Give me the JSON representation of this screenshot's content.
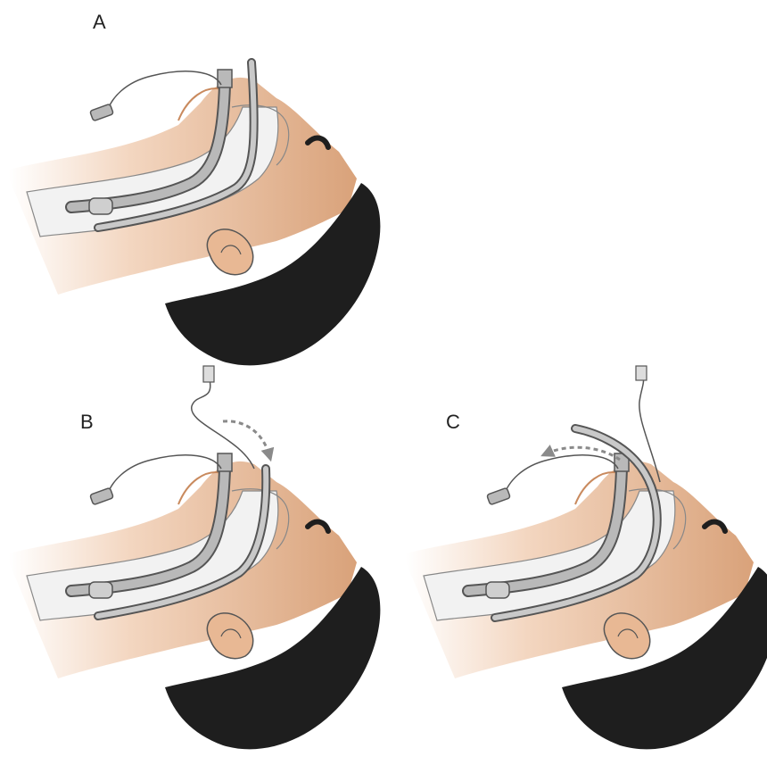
{
  "panels": [
    {
      "id": "A",
      "label": "A"
    },
    {
      "id": "B",
      "label": "B"
    },
    {
      "id": "C",
      "label": "C"
    }
  ],
  "colors": {
    "skin": "#e8b894",
    "skin_dark": "#c98a5e",
    "hair": "#1e1e1e",
    "tube_fill": "#b9b9b9",
    "tube_stroke": "#555555",
    "airway": "#f2f2f2",
    "arrow": "#8a8a8a"
  }
}
